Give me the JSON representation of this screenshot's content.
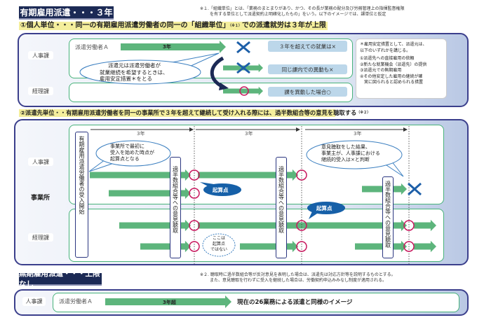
{
  "section1": {
    "title": "有期雇用派遣・・・３年",
    "note": [
      "※１.「組織単位」とは、「業務のまとまりがあり、かつ、その長が業務の配分及び労務管理上の指揮監督権限",
      "を有する単位として派遣契約上明確化したもの」をいう。以下のイメージでは、課単位と仮定"
    ],
    "heading": "①個人単位・・・同一の有期雇用派遣労働者の同一の「組織単位」",
    "heading_sup": "（※１）",
    "heading_tail": "での派遣就労は３年が上限",
    "dept_hr": "人事課",
    "dept_acct": "経理課",
    "worker": "派遣労働者Ａ",
    "arrow_label": "3年",
    "results": [
      "３年を超えての就業は×",
      "同じ課内での異動も×",
      "課を異動した場合○"
    ],
    "callout": [
      "派遣元は派遣労働者が",
      "就業継続を希望するときは、",
      "雇用安定措置＊をとる"
    ],
    "measures": [
      "＊雇用安定措置として、派遣元は、",
      "以下のいずれかを講じる。",
      "①派遣先への直接雇用の依頼",
      "②新たな就業機会（派遣先）の提供",
      "③派遣元での無期雇用",
      "④その他安定した雇用の継続が確",
      "　実に図られると認められる措置"
    ]
  },
  "section2": {
    "heading": "②派遣先単位・・有期雇用派遣労働者を同一の事業所で３年を超えて継続して受け入れる際には、過半数組合等の意見を聴取する",
    "heading_sup": "（※２）",
    "period_labels": [
      "3年",
      "3年",
      "3年"
    ],
    "dept_hr": "人事課",
    "office": "事業所",
    "dept_acct": "経理課",
    "start_box": "有期雇用派遣労働者の受入開始",
    "hearing_box": "過半数組合等への意見聴取",
    "callout_start": [
      "事業所で最初に",
      "受入を始めた時点が",
      "起算点となる"
    ],
    "callout_judge": [
      "意見聴取をした結果、",
      "事業主が、人事課における",
      "継続的受入は×と判断"
    ],
    "reckoning": "起算点",
    "not_reckoning": [
      "ここは",
      "起算点",
      "ではない"
    ]
  },
  "section3": {
    "title": "無期雇用派遣・・・上限なし",
    "note": [
      "※２. 聴取時に過半数組合等が反対意見を表明した場合は、派遣先は対応方針等を説明するものとする。",
      "また、意見聴取を行わずに受入を継続した場合は、労働契約申込みみなし制度が適用される。"
    ],
    "dept_hr": "人事課",
    "worker": "派遣労働者Ａ",
    "arrow_label": "3年超",
    "result": "現在の26業務による派遣と同様のイメージ"
  },
  "colors": {
    "navy": "#1c2a55",
    "green": "#5db57c",
    "cross": "#1d5fa8",
    "circle": "#c8175d",
    "band": "#f4ee9c"
  }
}
